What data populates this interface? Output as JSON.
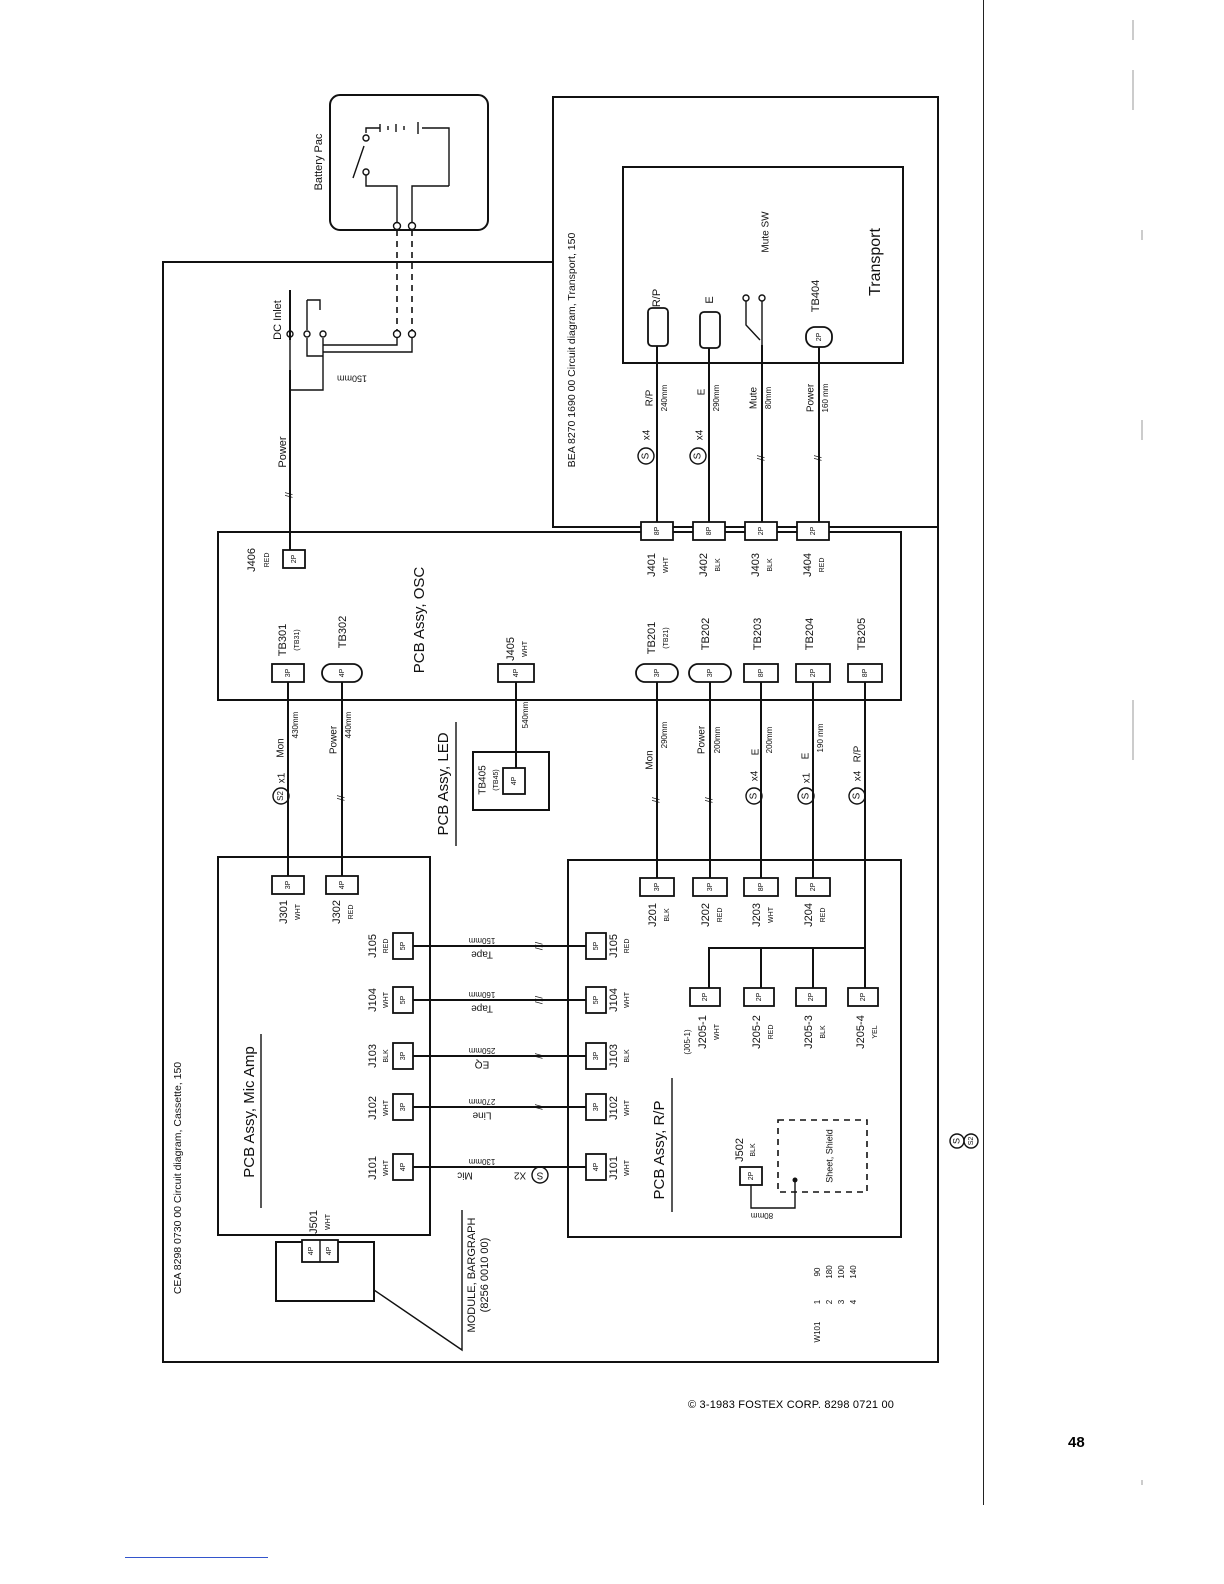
{
  "page_number": "48",
  "copyright": "© 3-1983 FOSTEX CORP.   8298 0721 00",
  "titles": {
    "left": "CEA 8298 0730 00  Circuit diagram, Cassette, 150",
    "right": "BEA 8270 1690 00  Circuit diagram, Transport, 150"
  },
  "boards": {
    "mic_amp": "PCB Assy, Mic Amp",
    "osc": "PCB Assy, OSC",
    "led": "PCB Assy, LED",
    "rp": "PCB Assy, R/P",
    "transport": "Transport",
    "battery": "Battery Pac",
    "module": "MODULE, BARGRAPH",
    "module_code": "(8256 0010 00)",
    "shield": "Sheet, Shield"
  },
  "labels": {
    "dc_inlet": "DC Inlet",
    "power": "Power",
    "len_150": "150mm",
    "mute_sw": "Mute SW",
    "rp": "R/P",
    "e": "E",
    "tb404": "TB404",
    "j406": "J406",
    "red": "RED",
    "wht": "WHT",
    "blk": "BLK",
    "yel": "YEL",
    "tb301": "TB301",
    "tb31": "(TB31)",
    "tb302": "TB302",
    "j405": "J405",
    "tb201": "TB201",
    "tb21": "(TB21)",
    "tb202": "TB202",
    "tb203": "TB203",
    "tb204": "TB204",
    "tb205": "TB205",
    "j401": "J401",
    "j402": "J402",
    "j403": "J403",
    "j404": "J404",
    "tb405": "TB405",
    "tb45": "(TB45)",
    "j301": "J301",
    "j302": "J302",
    "j501": "J501",
    "j502": "J502",
    "j101": "J101",
    "j102": "J102",
    "j103": "J103",
    "j104": "J104",
    "j105": "J105",
    "j201": "J201",
    "j202": "J202",
    "j203": "J203",
    "j204": "J204",
    "j205_1": "J205-1",
    "j205_2": "J205-2",
    "j205_3": "J205-3",
    "j205_4": "J205-4",
    "j05_1": "(J05-1)",
    "mon": "Mon",
    "mute": "Mute",
    "len_430": "430mm",
    "len_440": "440mm",
    "len_540": "540mm",
    "len_290": "290mm",
    "len_200": "200mm",
    "len_190": "190 mm",
    "len_240": "240mm",
    "len_80": "80mm",
    "len_160": "160 mm",
    "len_150b": "150mm",
    "len_160b": "160mm",
    "len_250": "250mm",
    "len_270": "270mm",
    "len_130": "130mm",
    "tape": "Tape",
    "eq": "EQ",
    "line": "Line",
    "mic": "Mic",
    "s": "S",
    "s2": "S2",
    "x1": "x1",
    "x2": "X2",
    "x4": "x4",
    "w101": "W101"
  },
  "pins": {
    "p2": "2P",
    "p3": "3P",
    "p4": "4P",
    "p5": "5P",
    "p8": "8P"
  },
  "w101_table": [
    {
      "n": "1",
      "v": "90"
    },
    {
      "n": "2",
      "v": "180"
    },
    {
      "n": "3",
      "v": "100"
    },
    {
      "n": "4",
      "v": "140"
    }
  ]
}
